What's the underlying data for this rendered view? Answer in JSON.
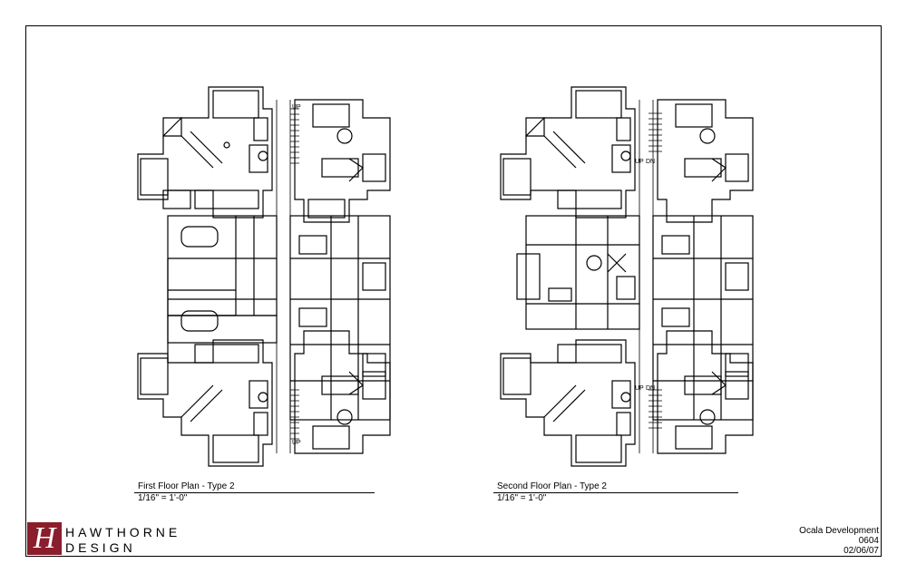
{
  "plans": [
    {
      "title": "First Floor Plan - Type 2",
      "scale": "1/16\" = 1'-0\"",
      "stair_labels": [
        "UP",
        "UP"
      ]
    },
    {
      "title": "Second Floor Plan - Type 2",
      "scale": "1/16\" = 1'-0\"",
      "stair_labels": [
        "UP",
        "DN",
        "UP",
        "DN"
      ]
    }
  ],
  "brand": {
    "logo_letter": "H",
    "line1": "HAWTHORNE",
    "line2": "DESIGN"
  },
  "title_block": {
    "project": "Ocala Development",
    "number": "0604",
    "date": "02/06/07"
  },
  "colors": {
    "logo": "#8a1e2c",
    "line": "#000000"
  }
}
